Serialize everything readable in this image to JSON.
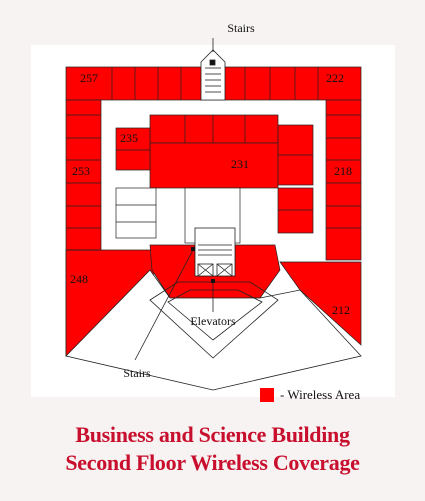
{
  "map": {
    "labels": {
      "stairs_top": "Stairs",
      "elevators": "Elevators",
      "stairs_bottom": "Stairs"
    },
    "rooms": [
      "257",
      "222",
      "235",
      "231",
      "253",
      "218",
      "248",
      "212"
    ],
    "colors": {
      "wireless": "#ff0000",
      "title": "#c8102e"
    }
  },
  "legend": {
    "label": "- Wireless Area"
  },
  "title": {
    "line1": "Business and Science Building",
    "line2": "Second Floor Wireless Coverage"
  }
}
